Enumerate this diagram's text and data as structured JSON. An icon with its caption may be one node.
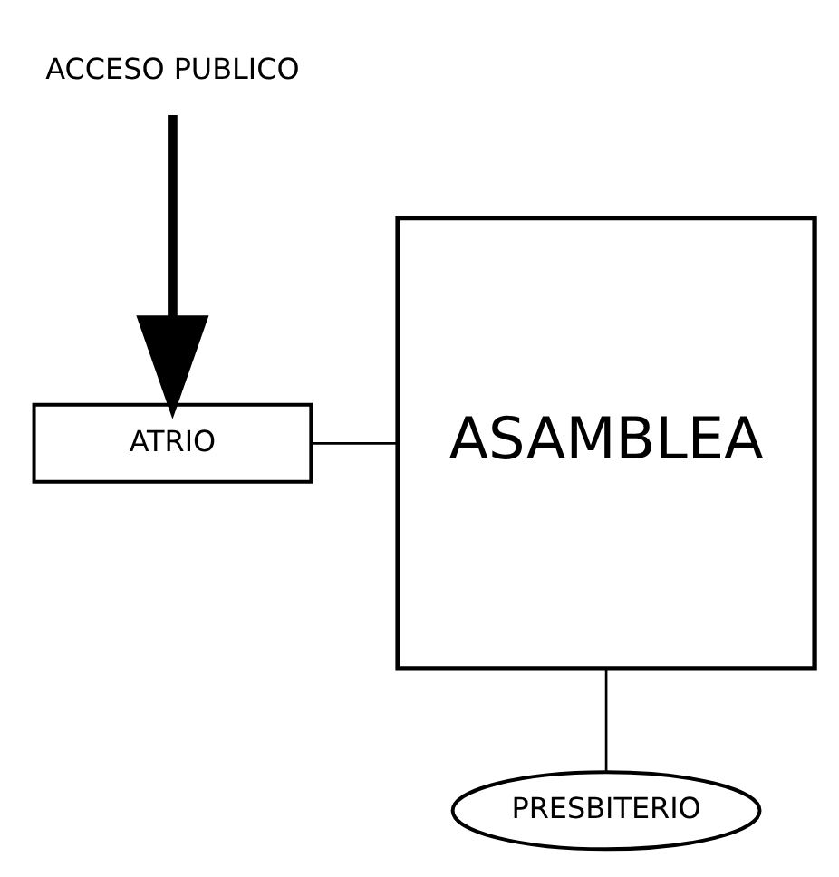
{
  "diagram": {
    "nodes": [
      {
        "text": [
          "ACCESO PUBLICO"
        ]
      },
      {
        "text": [
          "ATRIO"
        ]
      },
      {
        "text": [
          "ASAMBLEA"
        ]
      },
      {
        "text": [
          "PRESBITERIO"
        ]
      }
    ],
    "edges": [
      {
        "from": 0,
        "to": 1,
        "arrow": "to",
        "style": "thick"
      },
      {
        "from": 1,
        "to": 2,
        "arrow": "none"
      },
      {
        "from": 2,
        "to": 3,
        "arrow": "none"
      }
    ]
  }
}
